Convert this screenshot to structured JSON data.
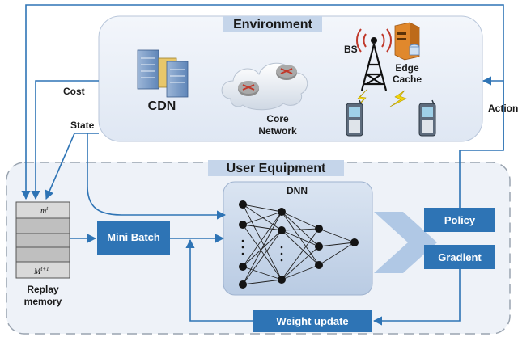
{
  "environment": {
    "title": "Environment"
  },
  "cdn": {
    "label": "CDN"
  },
  "core_network": {
    "line1": "Core",
    "line2": "Network"
  },
  "bs": {
    "label": "BS"
  },
  "edge_cache": {
    "line1": "Edge",
    "line2": "Cache"
  },
  "arrows": {
    "cost": "Cost",
    "state": "State",
    "action": "Action"
  },
  "user_equipment": {
    "title": "User Equipment"
  },
  "dnn": {
    "label": "DNN"
  },
  "mini_batch": {
    "label": "Mini Batch"
  },
  "policy": {
    "label": "Policy"
  },
  "gradient": {
    "label": "Gradient"
  },
  "weight_update": {
    "label": "Weight update"
  },
  "replay_memory": {
    "line1": "Replay",
    "line2": "memory",
    "slot_top": "m",
    "slot_top_sup": "t",
    "slot_bottom": "M",
    "slot_bottom_sup": "t+1"
  },
  "colors": {
    "box_blue": "#2e74b5",
    "env_bg": "#e4ebf5",
    "ue_bg": "#eef2f8",
    "dnn_bg": "#c9d7ea",
    "arrow_blue": "#2e74b5",
    "chevron": "#a9c3e2"
  }
}
